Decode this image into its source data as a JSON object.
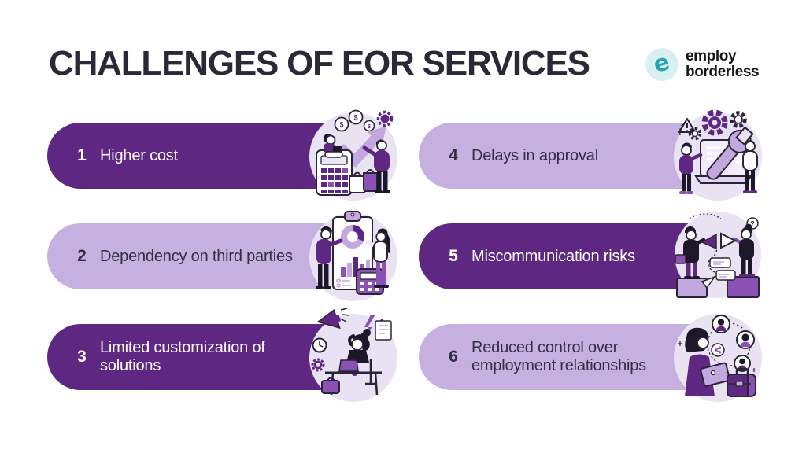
{
  "header": {
    "title": "CHALLENGES OF EOR SERVICES",
    "logo": {
      "icon": "employ-borderless-logo-icon",
      "monogram": "e",
      "line1": "employ",
      "line2": "borderless"
    }
  },
  "items": [
    {
      "number": "1",
      "label": "Higher cost",
      "variant": "dark",
      "illustration": "rising-costs-calculator-illustration"
    },
    {
      "number": "2",
      "label": "Dependency on third parties",
      "variant": "light",
      "illustration": "charts-clipboard-illustration"
    },
    {
      "number": "3",
      "label": "Limited customization of solutions",
      "variant": "dark",
      "illustration": "stressed-worker-desk-illustration"
    },
    {
      "number": "4",
      "label": "Delays in approval",
      "variant": "light",
      "illustration": "gears-wrench-laptop-illustration"
    },
    {
      "number": "5",
      "label": "Miscommunication risks",
      "variant": "dark",
      "illustration": "megaphones-conversation-illustration"
    },
    {
      "number": "6",
      "label": "Reduced control over employment relationships",
      "variant": "light",
      "illustration": "remote-team-network-illustration"
    }
  ],
  "colors": {
    "dark_pill": "#5e2882",
    "light_pill": "#c6b0e0",
    "illus_bg": "#e8e2f3",
    "title_color": "#2b2838",
    "dark_text": "#332e42",
    "background": "#ffffff",
    "teal": "#26a3b5",
    "teal_bg": "#d9f0f3"
  }
}
